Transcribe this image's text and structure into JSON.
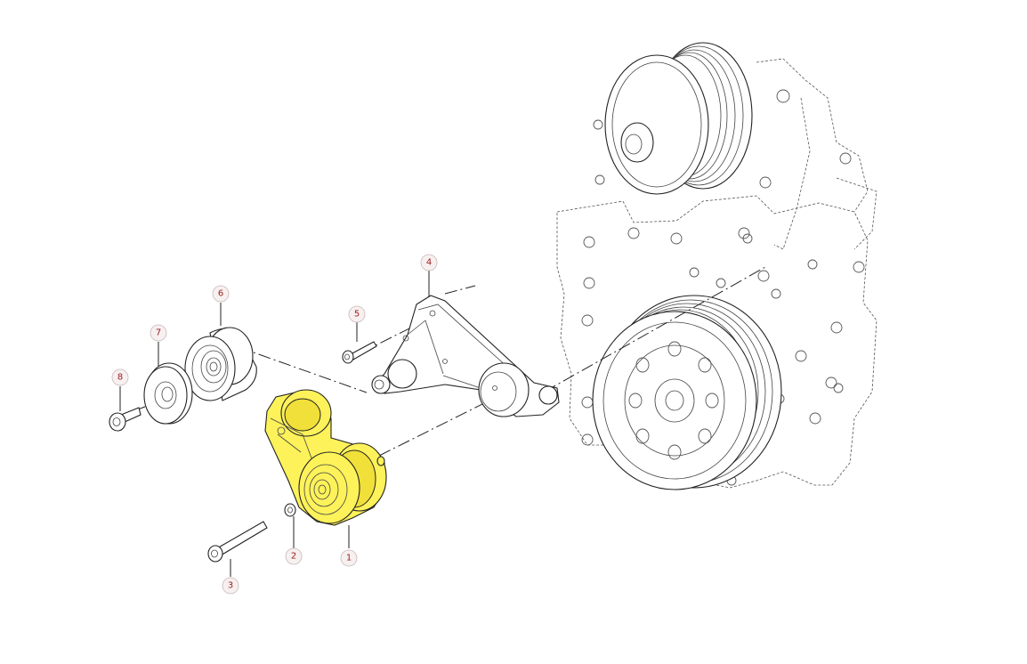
{
  "callouts": [
    {
      "id": "part-1",
      "label": "1"
    },
    {
      "id": "part-2",
      "label": "2"
    },
    {
      "id": "part-3",
      "label": "3"
    },
    {
      "id": "part-4",
      "label": "4"
    },
    {
      "id": "part-5",
      "label": "5"
    },
    {
      "id": "part-6",
      "label": "6"
    },
    {
      "id": "part-7",
      "label": "7"
    },
    {
      "id": "part-8",
      "label": "8"
    }
  ],
  "highlight": {
    "part": "1",
    "color": "#fdf25a"
  },
  "colors": {
    "callout_text": "#9b1b1b",
    "line": "#222222"
  }
}
